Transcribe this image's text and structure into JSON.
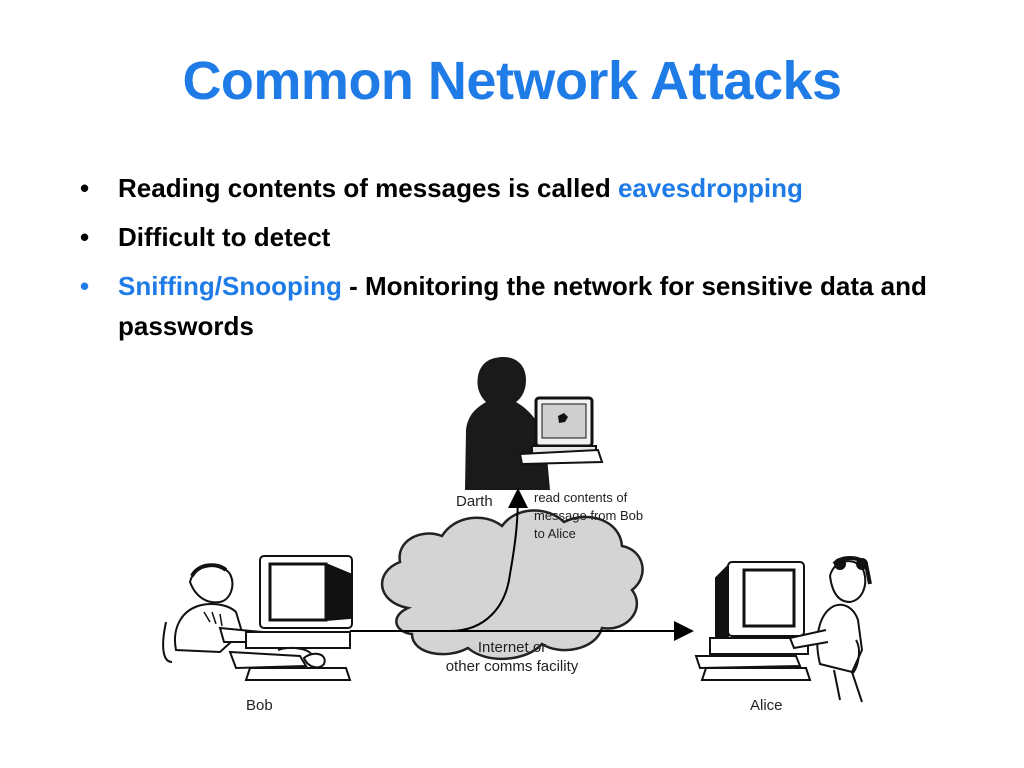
{
  "slide": {
    "title": "Common Network Attacks",
    "bullets": [
      {
        "text": "Reading contents of messages is called ",
        "highlight": "eavesdropping"
      },
      {
        "text": "Difficult to detect"
      },
      {
        "highlight": "Sniffing/Snooping",
        "text": " - Monitoring the network for sensitive data and passwords"
      }
    ],
    "accent_color": "#1f7be6"
  },
  "diagram": {
    "darth_label": "Darth",
    "bob_label": "Bob",
    "alice_label": "Alice",
    "note_line1": "read contents of",
    "note_line2": "message from Bob",
    "note_line3": "to Alice",
    "cloud_line1": "Internet or",
    "cloud_line2": "other comms facility"
  }
}
